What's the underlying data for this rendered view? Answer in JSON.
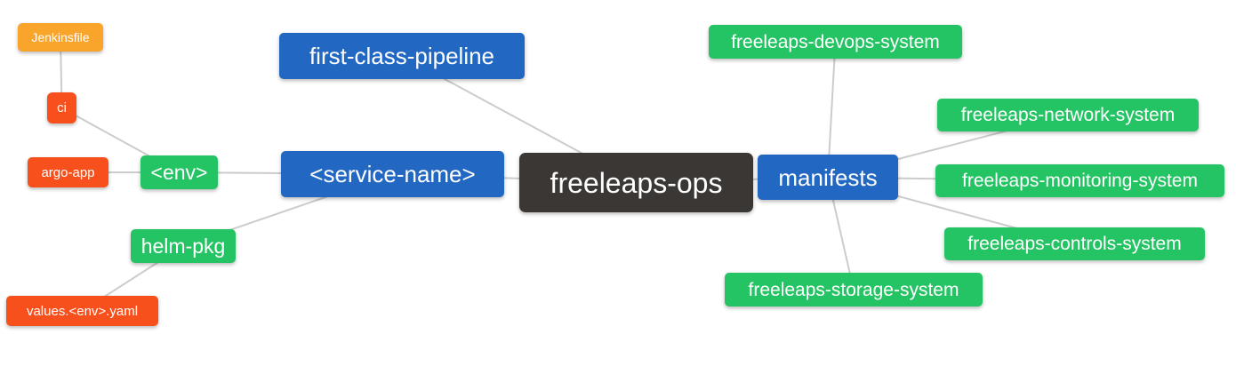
{
  "diagram": {
    "type": "mindmap",
    "background": "#ffffff",
    "root_label": "freeleaps-ops"
  },
  "palette": {
    "root_dark": "#3b3734",
    "branch_blue": "#2268c3",
    "leaf_green": "#24c464",
    "leaf_red": "#f8501d",
    "leaf_amber": "#f9a42b",
    "edge_gray": "#cccccc",
    "text": "#ffffff"
  },
  "nodes": [
    {
      "id": "jenkinsfile",
      "label": "Jenkinsfile",
      "level": "leaf",
      "color": "#f9a42b"
    },
    {
      "id": "ci",
      "label": "ci",
      "level": "leaf",
      "color": "#f8501d"
    },
    {
      "id": "argo-app",
      "label": "argo-app",
      "level": "leaf",
      "color": "#f8501d"
    },
    {
      "id": "env",
      "label": "<env>",
      "level": "sub",
      "color": "#24c464"
    },
    {
      "id": "helm-pkg",
      "label": "helm-pkg",
      "level": "sub",
      "color": "#24c464"
    },
    {
      "id": "values-env-yaml",
      "label": "values.<env>.yaml",
      "level": "leaf",
      "color": "#f8501d"
    },
    {
      "id": "first-class-pipeline",
      "label": "first-class-pipeline",
      "level": "branch",
      "color": "#2268c3"
    },
    {
      "id": "service-name",
      "label": "<service-name>",
      "level": "branch",
      "color": "#2268c3"
    },
    {
      "id": "freeleaps-ops",
      "label": "freeleaps-ops",
      "level": "root",
      "color": "#3b3734"
    },
    {
      "id": "manifests",
      "label": "manifests",
      "level": "branch",
      "color": "#2268c3"
    },
    {
      "id": "devops-system",
      "label": "freeleaps-devops-system",
      "level": "sub",
      "color": "#24c464"
    },
    {
      "id": "network-system",
      "label": "freeleaps-network-system",
      "level": "sub",
      "color": "#24c464"
    },
    {
      "id": "monitoring-system",
      "label": "freeleaps-monitoring-system",
      "level": "sub",
      "color": "#24c464"
    },
    {
      "id": "controls-system",
      "label": "freeleaps-controls-system",
      "level": "sub",
      "color": "#24c464"
    },
    {
      "id": "storage-system",
      "label": "freeleaps-storage-system",
      "level": "sub",
      "color": "#24c464"
    }
  ],
  "edges": [
    [
      "jenkinsfile",
      "ci"
    ],
    [
      "ci",
      "env"
    ],
    [
      "argo-app",
      "env"
    ],
    [
      "env",
      "service-name"
    ],
    [
      "helm-pkg",
      "service-name"
    ],
    [
      "values-env-yaml",
      "helm-pkg"
    ],
    [
      "first-class-pipeline",
      "freeleaps-ops"
    ],
    [
      "service-name",
      "freeleaps-ops"
    ],
    [
      "freeleaps-ops",
      "manifests"
    ],
    [
      "manifests",
      "devops-system"
    ],
    [
      "manifests",
      "network-system"
    ],
    [
      "manifests",
      "monitoring-system"
    ],
    [
      "manifests",
      "controls-system"
    ],
    [
      "manifests",
      "storage-system"
    ]
  ]
}
